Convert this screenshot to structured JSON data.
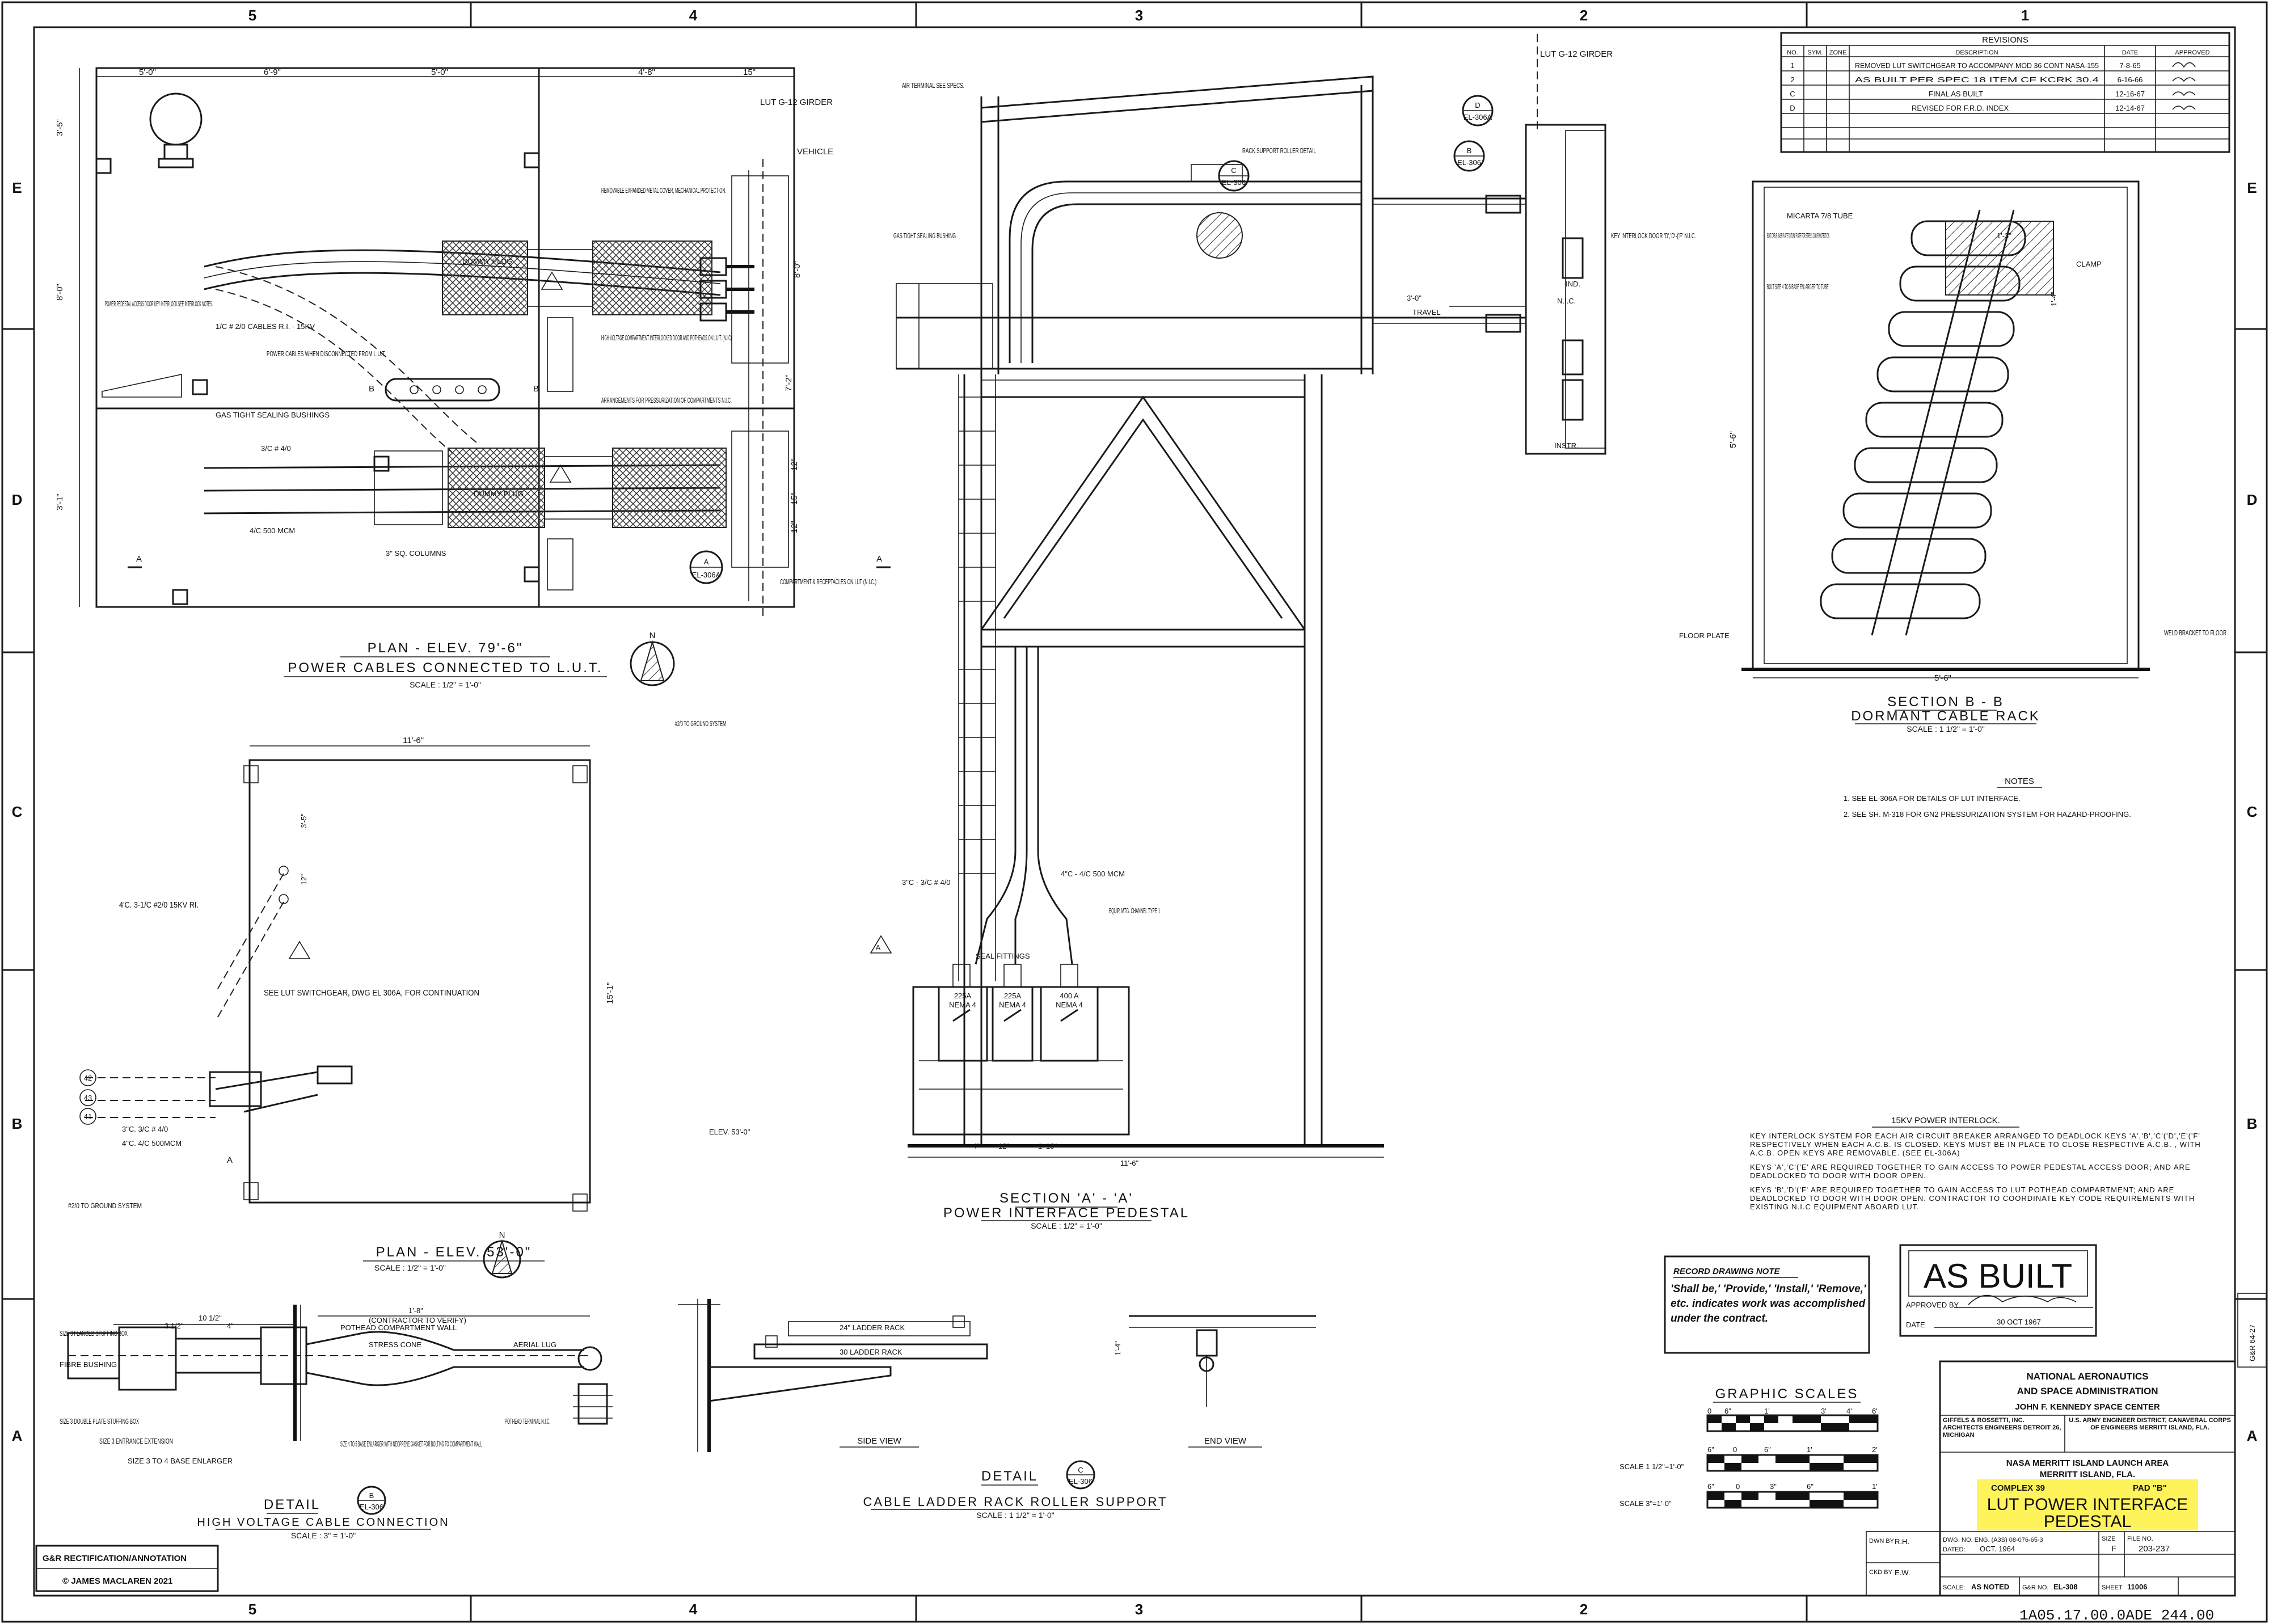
{
  "zones": {
    "top": [
      "5",
      "4",
      "3",
      "2",
      "1"
    ],
    "rows": [
      "E",
      "D",
      "C",
      "B",
      "A"
    ]
  },
  "revisions": {
    "title": "REVISIONS",
    "headers": [
      "NO.",
      "SYM.",
      "ZONE",
      "DESCRIPTION",
      "DATE",
      "APPROVED"
    ],
    "rows": [
      {
        "no": "1",
        "desc": "REMOVED LUT SWITCHGEAR TO ACCOMPANY MOD 36 CONT NASA-155",
        "date": "7-8-65"
      },
      {
        "no": "2",
        "desc": "AS BUILT PER SPEC 18 ITEM CF KCRK 30.4",
        "date": "6-16-66"
      },
      {
        "no": "C",
        "desc": "FINAL AS BUILT",
        "date": "12-16-67"
      },
      {
        "no": "D",
        "desc": "REVISED FOR F.R.D. INDEX",
        "date": "12-14-67"
      }
    ]
  },
  "plan79": {
    "title": "PLAN - ELEV. 79'-6\"",
    "subtitle": "POWER CABLES CONNECTED TO L.U.T.",
    "scale": "SCALE : 1/2\" = 1'-0\"",
    "dims": [
      "5'-0\"",
      "6'-9\"",
      "5'-0\"",
      "4'-8\"",
      "3'-5\"",
      "8'-0\"",
      "3'-1\"",
      "12\"",
      "8'-0\"",
      "7'-2\"",
      "12\"",
      "15\"",
      "12\""
    ],
    "labels": [
      "LUT G-12 GIRDER",
      "VEHICLE",
      "REMOVABLE EXPANDED METAL COVER, MECHANICAL PROTECTION.",
      "POWER PEDESTAL ACCESS DOOR KEY INTERLOCK SEE INTERLOCK NOTES.",
      "1/C # 2/0 CABLES R.I. - 15KV",
      "POWER CABLES WHEN DISCONNECTED FROM L.U.T.",
      "HIGH VOLTAGE COMPARTMENT INTERLOCKED DOOR AND POTHEADS ON L.U.T. (N.I.C)",
      "ARRANGEMENTS FOR PRESSURIZATION OF COMPARTMENTS N.I.C.",
      "GAS TIGHT SEALING BUSHINGS",
      "3/C # 4/0",
      "4/C 500 MCM",
      "3\" SQ. COLUMNS",
      "COMPARTMENT & RECEPTACLES ON LUT (N.I.C.)",
      "DUMMY PLUG",
      "DUMMY PLUG"
    ]
  },
  "plan53": {
    "title": "PLAN - ELEV. 53'-0\"",
    "scale": "SCALE : 1/2\" = 1'-0\"",
    "labels": [
      "11'-6\"",
      "#2/0 TO GROUND SYSTEM",
      "3'-5\"",
      "12\"",
      "15'-1\"",
      "4'C. 3-1/C #2/0 15KV RI.",
      "SEE LUT SWITCHGEAR, DWG EL 306A, FOR CONTINUATION",
      "3\"C. 3/C # 4/0",
      "4\"C. 4/C 500MCM",
      "#2/0 TO GROUND SYSTEM"
    ],
    "circles": [
      "42",
      "43",
      "41"
    ]
  },
  "sectionAA": {
    "title": "SECTION 'A' - 'A'",
    "subtitle": "POWER INTERFACE PEDESTAL",
    "scale": "SCALE : 1/2\" = 1'-0\"",
    "labels": [
      "AIR TERMINAL SEE SPECS.",
      "RACK SUPPORT ROLLER DETAIL",
      "GAS TIGHT SEALING BUSHING",
      "3\"C - 3/C # 4/0",
      "4\"C - 4/C 500 MCM",
      "EQUIP. MTG. CHANNEL TYPE 1",
      "SEAL FITTINGS",
      "ELEV. 53'-0\"",
      "11'-6\"",
      "4\"",
      "12\"",
      "1'-10\""
    ],
    "breakers": [
      {
        "amps": "225A",
        "nema": "NEMA 4"
      },
      {
        "amps": "225A",
        "nema": "NEMA 4"
      },
      {
        "amps": "400 A",
        "nema": "NEMA 4"
      }
    ]
  },
  "interlockView": {
    "labels": [
      "LUT G-12 GIRDER",
      "KEY INTERLOCK DOOR 'D','D'-('F' N.I.C.",
      "3'-0\"",
      "TRAVEL",
      "IND.",
      "N.I.C.",
      "INSTR."
    ],
    "callouts": [
      {
        "letter": "D",
        "ref": "EL-306A"
      },
      {
        "letter": "B",
        "ref": "EL-306"
      }
    ]
  },
  "sectionBB": {
    "title": "SECTION B - B",
    "subtitle": "DORMANT CABLE RACK",
    "scale": "SCALE : 1 1/2\" = 1'-0\"",
    "labels": [
      "MICARTA 7/8 TUBE",
      "BOLT CABLE BASE PLATE TO TUBE PLATE FOR STRESS CONE PROTECTION",
      "BOLT SIZE 4 TO 5 BASE ENLARGER TO TUBE.",
      "CLAMP",
      "1'-3\"",
      "1'-4\"",
      "5'-6\"",
      "5'-6\"",
      "FLOOR PLATE",
      "WELD BRACKET TO FLOOR"
    ]
  },
  "notes": {
    "title": "NOTES",
    "items": [
      "1. SEE EL-306A FOR DETAILS OF LUT INTERFACE.",
      "2. SEE SH. M-318 FOR GN2 PRESSURIZATION SYSTEM FOR HAZARD-PROOFING."
    ]
  },
  "interlock": {
    "title": "15KV POWER INTERLOCK.",
    "paragraphs": [
      "KEY INTERLOCK SYSTEM FOR EACH AIR CIRCUIT BREAKER ARRANGED TO DEADLOCK KEYS 'A','B','C'('D','E'('F' RESPECTIVELY WHEN EACH A.C.B. IS CLOSED. KEYS MUST BE IN PLACE TO CLOSE RESPECTIVE A.C.B. , WITH A.C.B. OPEN KEYS ARE REMOVABLE. (SEE EL-306A)",
      "KEYS 'A','C'('E' ARE REQUIRED TOGETHER TO GAIN ACCESS TO POWER PEDESTAL ACCESS DOOR; AND ARE DEADLOCKED TO DOOR WITH DOOR OPEN.",
      "KEYS 'B','D'('F' ARE REQUIRED TOGETHER TO GAIN ACCESS TO LUT POTHEAD COMPARTMENT; AND ARE DEADLOCKED TO DOOR WITH DOOR OPEN. CONTRACTOR TO COORDINATE KEY CODE REQUIREMENTS WITH EXISTING N.I.C EQUIPMENT ABOARD LUT."
    ]
  },
  "recordNote": {
    "title": "RECORD DRAWING NOTE",
    "body": "'Shall be,' 'Provide,' 'Install,' 'Remove,' etc. indicates work was accomplished under the contract."
  },
  "asBuilt": {
    "title": "AS BUILT",
    "approved": "APPROVED BY",
    "date": "DATE",
    "dateValue": "30 OCT 1967"
  },
  "graphicScales": {
    "title": "GRAPHIC SCALES",
    "scales": [
      {
        "label": "SCALE 1 1/2\"=1'-0\"",
        "ticks": [
          "6\"",
          "0",
          "6\"",
          "1'",
          "2'"
        ]
      },
      {
        "label": "SCALE 3\"=1'-0\"",
        "ticks": [
          "6\"",
          "0",
          "3\"",
          "6\"",
          "1'"
        ]
      }
    ],
    "topTicks": [
      "0",
      "6\"",
      "1'",
      "3'",
      "4'",
      "6'"
    ]
  },
  "highVoltageDetail": {
    "title": "DETAIL",
    "callout": {
      "letter": "B",
      "ref": "EL-306"
    },
    "subtitle": "HIGH VOLTAGE CABLE CONNECTION",
    "scale": "SCALE : 3\" = 1'-0\"",
    "labels": [
      "SIZE 3 FLANGED STUFFING BOX",
      "FIBRE BUSHING",
      "SIZE 3 DOUBLE PLATE STUFFING BOX",
      "SIZE 3 ENTRANCE EXTENSION",
      "SIZE 3 TO 4 BASE ENLARGER",
      "POTHEAD COMPARTMENT WALL",
      "STRESS CONE",
      "SIZE 4 TO 5 BASE ENLARGER WITH NEOPRENE GASKET FOR BOLTING TO COMPARTMENT WALL",
      "AERIAL LUG",
      "POTHEAD TERMINAL N.I.C.",
      "1'-8\"",
      "(CONTRACTOR TO VERIFY)",
      "10 1/2\"",
      "3 1/2\"",
      "4\""
    ]
  },
  "rollerDetail": {
    "title": "DETAIL",
    "callout": {
      "letter": "C",
      "ref": "EL-306"
    },
    "subtitle": "CABLE LADDER RACK ROLLER SUPPORT",
    "scale": "SCALE : 1 1/2\" = 1'-0\"",
    "labels": [
      "24\" LADDER RACK",
      "30 LADDER RACK",
      "SIDE VIEW",
      "END VIEW",
      "1'-4\""
    ]
  },
  "titleBlock": {
    "agency1": "NATIONAL AERONAUTICS",
    "agency2": "AND SPACE ADMINISTRATION",
    "center": "JOHN F. KENNEDY SPACE CENTER",
    "firm": "GIFFELS & ROSSETTI, INC. ARCHITECTS ENGINEERS DETROIT 26, MICHIGAN",
    "corps": "U.S. ARMY ENGINEER DISTRICT, CANAVERAL CORPS OF ENGINEERS MERRITT ISLAND, FLA.",
    "area": "NASA MERRITT ISLAND LAUNCH AREA",
    "location": "MERRITT ISLAND, FLA.",
    "complex": "COMPLEX 39",
    "pad": "PAD \"B\"",
    "drawingTitle1": "LUT POWER INTERFACE",
    "drawingTitle2": "PEDESTAL",
    "drawnBy": "R.H.",
    "checkedBy": "E.W.",
    "contract": "DWG. NO. ENG. (A3S) 08-076-65-3",
    "dated": "OCT. 1964",
    "size": "F",
    "fileNo": "203-237",
    "scale": "AS NOTED",
    "grNo": "EL-308",
    "sheet": "11006",
    "labels": {
      "dated": "DATED:",
      "drawnBy": "DWN BY",
      "checkedBy": "CKD BY",
      "scale": "SCALE:",
      "grNo": "G&R NO.",
      "sheet": "SHEET",
      "size": "SIZE",
      "fileNo": "FILE NO."
    }
  },
  "footer": {
    "rect1": "G&R RECTIFICATION/ANNOTATION",
    "rect2": "© JAMES MACLAREN 2021",
    "index": "1A05.17.00.0ADE 244.00",
    "side": "G&R 64-27"
  },
  "colors": {
    "highlight": "#fff35c",
    "ink": "#111111"
  }
}
